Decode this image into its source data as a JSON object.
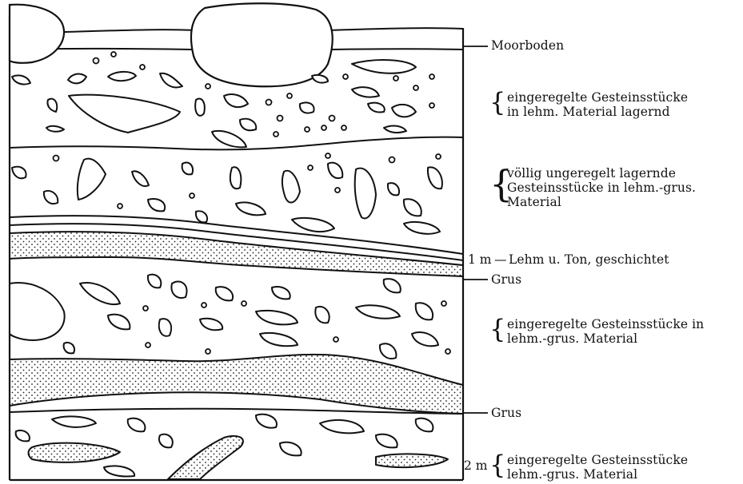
{
  "labels": {
    "moorboden": "Moorboden",
    "layer1": [
      "eingeregelte Gesteinsstücke",
      "in lehm. Material lagernd"
    ],
    "layer2": [
      "völlig ungeregelt lagernde",
      "Gesteinsstücke in lehm.-grus.",
      "Material"
    ],
    "lehm_ton": "Lehm u. Ton, geschichtet",
    "grus_upper": "Grus",
    "layer4": [
      "eingeregelte Gesteinsstücke in",
      "lehm.-grus. Material"
    ],
    "grus_lower": "Grus",
    "layer6": [
      "eingeregelte Gesteinsstücke",
      "lehm.-grus. Material"
    ],
    "depth_1m": "1 m",
    "depth_2m": "2 m",
    "depth_dash": "—",
    "brace": "{"
  }
}
